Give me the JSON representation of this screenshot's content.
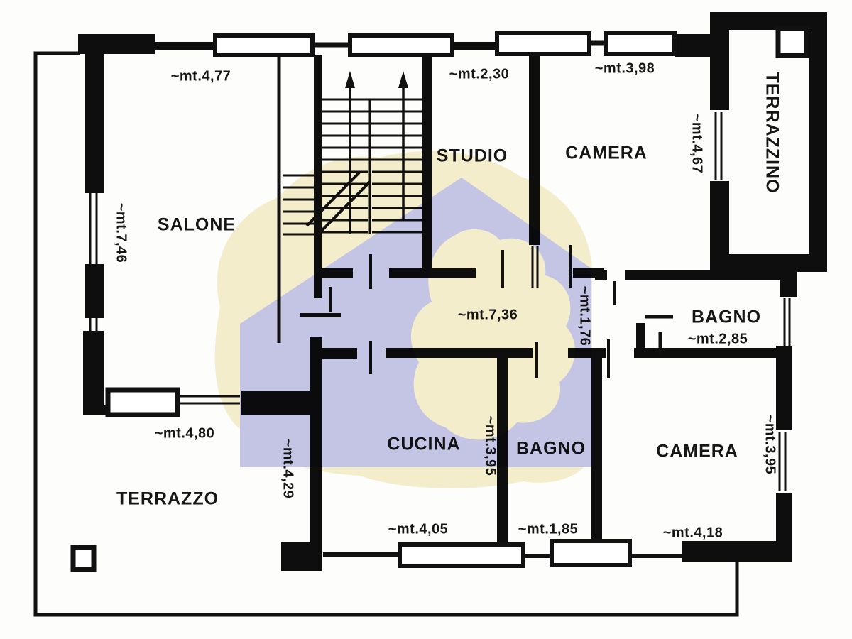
{
  "plan": {
    "type": "apartment floor plan",
    "rooms": {
      "salone": {
        "label": "SALONE",
        "width": "~mt.4,77",
        "height": "~mt.7,46"
      },
      "studio": {
        "label": "STUDIO",
        "width": "~mt.2,30"
      },
      "camera_top": {
        "label": "CAMERA",
        "width": "~mt.3,98",
        "height": "~mt.4,67"
      },
      "terrazzino": {
        "label": "TERRAZZINO"
      },
      "bagno_top": {
        "label": "BAGNO",
        "width": "~mt.2,85",
        "door": "~mt.1,76"
      },
      "disimpegno": {
        "width": "~mt.7,36"
      },
      "cucina": {
        "label": "CUCINA",
        "width": "~mt.4,05",
        "height": "~mt.3,95",
        "side": "~mt.4,29"
      },
      "bagno_bottom": {
        "label": "BAGNO",
        "width": "~mt.1,85"
      },
      "camera_bottom": {
        "label": "CAMERA",
        "width": "~mt.4,18",
        "height": "~mt.3,95"
      },
      "terrazzo": {
        "label": "TERRAZZO",
        "width": "~mt.4,80"
      }
    },
    "colors": {
      "wall": "#0e0e0e",
      "watermark_house": "#c6c7e9",
      "watermark_halo": "#f6efd0",
      "paper": "#fdfdfb"
    },
    "icons": {
      "stairs_direction": "up-arrow"
    }
  }
}
